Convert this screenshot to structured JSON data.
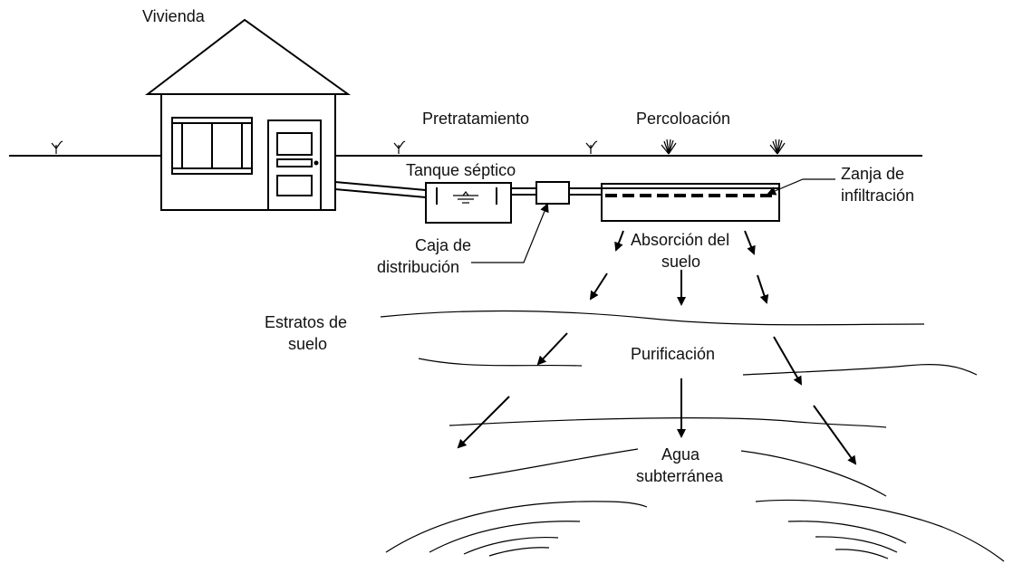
{
  "labels": {
    "vivienda": "Vivienda",
    "pretratamiento": "Pretratamiento",
    "percolacion": "Percoloación",
    "tanque": "Tanque séptico",
    "zanja_1": "Zanja de",
    "zanja_2": "infiltración",
    "caja_1": "Caja de",
    "caja_2": "distribución",
    "absorcion_1": "Absorción del",
    "absorcion_2": "suelo",
    "estratos_1": "Estratos de",
    "estratos_2": "suelo",
    "purificacion": "Purificación",
    "agua_1": "Agua",
    "agua_2": "subterránea"
  }
}
